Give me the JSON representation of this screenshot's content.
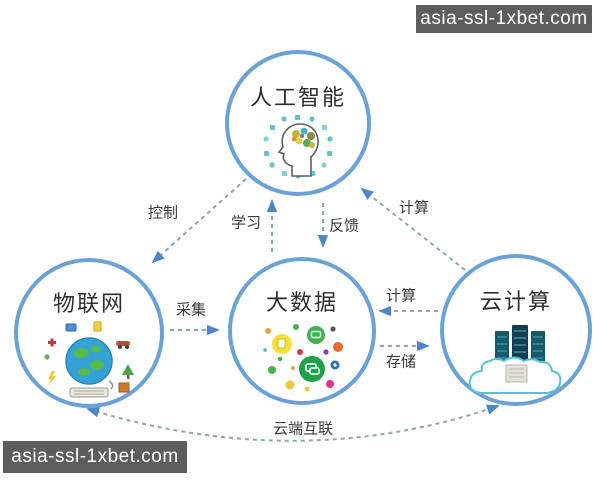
{
  "watermarks": {
    "top_right": "asia-ssl-1xbet.com",
    "bottom_left": "asia-ssl-1xbet.com"
  },
  "nodes": {
    "ai": {
      "label": "人工智能",
      "icon": "ai-head-brain-icon"
    },
    "iot": {
      "label": "物联网",
      "icon": "iot-globe-devices-icon"
    },
    "bigdata": {
      "label": "大数据",
      "icon": "bigdata-colored-dots-icon"
    },
    "cloud": {
      "label": "云计算",
      "icon": "cloud-servers-icon"
    }
  },
  "edges": {
    "control": {
      "label": "控制",
      "from": "ai",
      "to": "iot"
    },
    "learn": {
      "label": "学习",
      "from": "bigdata",
      "to": "ai"
    },
    "feedback": {
      "label": "反馈",
      "from": "ai",
      "to": "bigdata"
    },
    "compute_to_ai": {
      "label": "计算",
      "from": "cloud",
      "to": "ai"
    },
    "collect": {
      "label": "采集",
      "from": "iot",
      "to": "bigdata"
    },
    "compute_to_bd": {
      "label": "计算",
      "from": "cloud",
      "to": "bigdata"
    },
    "storage": {
      "label": "存储",
      "from": "bigdata",
      "to": "cloud"
    },
    "cloud_link": {
      "label": "云端互联",
      "from": "iot",
      "to": "cloud",
      "bidirectional": true
    }
  },
  "colors": {
    "circle_stroke": "#6aa2d8",
    "dash_line": "#8ba6b4",
    "arrowhead": "#4a86c8",
    "label_text": "#3a3a3a",
    "watermark_bg": "#5d5d5d",
    "watermark_text": "#ffffff"
  }
}
